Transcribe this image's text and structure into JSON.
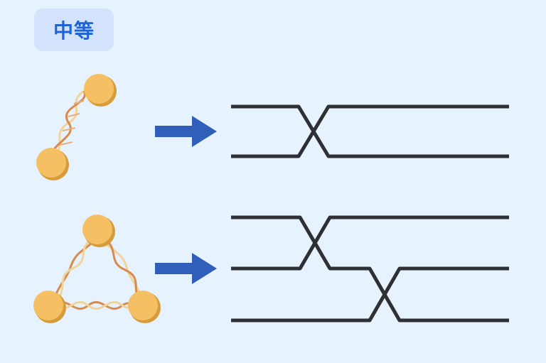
{
  "badge": {
    "label": "中等"
  },
  "colors": {
    "background": "#e6f2fd",
    "badge_bg": "#d2e3fb",
    "badge_text": "#1d63d8",
    "node_fill": "#f5c063",
    "node_shadow": "#d69c3a",
    "helix_outer": "#d88a4f",
    "helix_inner": "#f0d49b",
    "arrow": "#2f5fb8",
    "strand": "#2e3033"
  },
  "diagram": {
    "rows": [
      {
        "name": "two-node-system",
        "node_count": 2,
        "strand_count": 2,
        "crossing_count": 1
      },
      {
        "name": "three-node-system",
        "node_count": 3,
        "strand_count": 3,
        "crossing_count": 2
      }
    ]
  }
}
